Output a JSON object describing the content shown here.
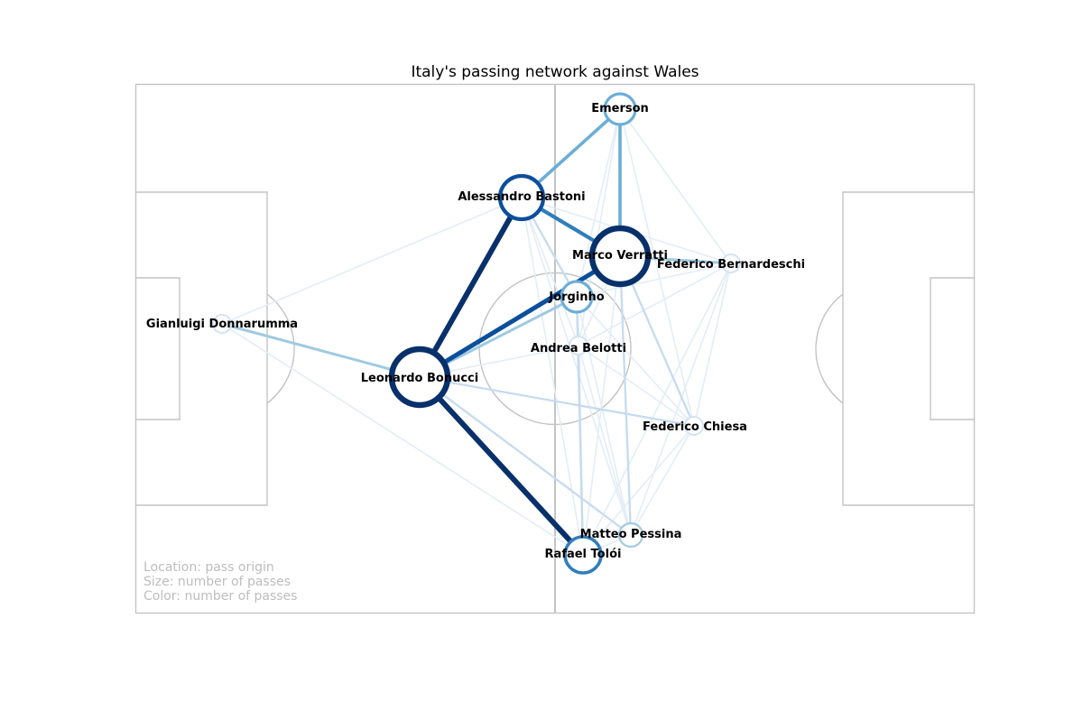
{
  "title": "Italy's passing network against Wales",
  "notes": [
    "Location: pass origin",
    "Size: number of passes",
    "Color: number of passes"
  ],
  "palette": [
    "#d3e3f3",
    "#a6cde3",
    "#6baed6",
    "#2f7ebc",
    "#0b4f9c",
    "#08306b"
  ],
  "players": [
    {
      "id": "emerson",
      "name": "Emerson",
      "passes": 2
    },
    {
      "id": "bastoni",
      "name": "Alessandro Bastoni",
      "passes": 4
    },
    {
      "id": "verratti",
      "name": "Marco Verratti",
      "passes": 6
    },
    {
      "id": "bernardeschi",
      "name": "Federico Bernardeschi",
      "passes": 0
    },
    {
      "id": "jorginho",
      "name": "Jorginho",
      "passes": 2
    },
    {
      "id": "donnarumma",
      "name": "Gianluigi Donnarumma",
      "passes": 0
    },
    {
      "id": "belotti",
      "name": "Andrea Belotti",
      "passes": 0
    },
    {
      "id": "bonucci",
      "name": "Leonardo Bonucci",
      "passes": 6
    },
    {
      "id": "chiesa",
      "name": "Federico Chiesa",
      "passes": 0
    },
    {
      "id": "pessina",
      "name": "Matteo Pessina",
      "passes": 1
    },
    {
      "id": "toloi",
      "name": "Rafael Tolói",
      "passes": 3
    }
  ],
  "links": [
    {
      "source": "bonucci",
      "target": "bastoni",
      "passes": 6
    },
    {
      "source": "bonucci",
      "target": "toloi",
      "passes": 6
    },
    {
      "source": "bonucci",
      "target": "verratti",
      "passes": 5
    },
    {
      "source": "bastoni",
      "target": "verratti",
      "passes": 4
    },
    {
      "source": "emerson",
      "target": "bastoni",
      "passes": 3
    },
    {
      "source": "emerson",
      "target": "verratti",
      "passes": 3
    },
    {
      "source": "bonucci",
      "target": "jorginho",
      "passes": 2
    },
    {
      "source": "donnarumma",
      "target": "bonucci",
      "passes": 2
    },
    {
      "source": "verratti",
      "target": "bernardeschi",
      "passes": 2
    },
    {
      "source": "bonucci",
      "target": "chiesa",
      "passes": 1
    },
    {
      "source": "bonucci",
      "target": "pessina",
      "passes": 1
    },
    {
      "source": "verratti",
      "target": "pessina",
      "passes": 1
    },
    {
      "source": "verratti",
      "target": "chiesa",
      "passes": 1
    },
    {
      "source": "jorginho",
      "target": "belotti",
      "passes": 1
    },
    {
      "source": "bastoni",
      "target": "jorginho",
      "passes": 1
    },
    {
      "source": "belotti",
      "target": "toloi",
      "passes": 1
    },
    {
      "source": "jorginho",
      "target": "toloi",
      "passes": 1
    },
    {
      "source": "donnarumma",
      "target": "bastoni",
      "passes": 0
    },
    {
      "source": "donnarumma",
      "target": "toloi",
      "passes": 0
    },
    {
      "source": "bonucci",
      "target": "belotti",
      "passes": 0
    },
    {
      "source": "jorginho",
      "target": "bernardeschi",
      "passes": 0
    },
    {
      "source": "emerson",
      "target": "bernardeschi",
      "passes": 0
    },
    {
      "source": "emerson",
      "target": "chiesa",
      "passes": 0
    },
    {
      "source": "emerson",
      "target": "jorginho",
      "passes": 0
    },
    {
      "source": "emerson",
      "target": "belotti",
      "passes": 0
    },
    {
      "source": "bastoni",
      "target": "belotti",
      "passes": 0
    },
    {
      "source": "bastoni",
      "target": "toloi",
      "passes": 0
    },
    {
      "source": "bastoni",
      "target": "pessina",
      "passes": 0
    },
    {
      "source": "bastoni",
      "target": "bernardeschi",
      "passes": 0
    },
    {
      "source": "verratti",
      "target": "belotti",
      "passes": 0
    },
    {
      "source": "verratti",
      "target": "toloi",
      "passes": 0
    },
    {
      "source": "belotti",
      "target": "bernardeschi",
      "passes": 0
    },
    {
      "source": "belotti",
      "target": "chiesa",
      "passes": 0
    },
    {
      "source": "belotti",
      "target": "pessina",
      "passes": 0
    },
    {
      "source": "bernardeschi",
      "target": "chiesa",
      "passes": 0
    },
    {
      "source": "bernardeschi",
      "target": "pessina",
      "passes": 0
    },
    {
      "source": "bernardeschi",
      "target": "toloi",
      "passes": 0
    },
    {
      "source": "chiesa",
      "target": "pessina",
      "passes": 0
    },
    {
      "source": "chiesa",
      "target": "toloi",
      "passes": 0
    },
    {
      "source": "pessina",
      "target": "toloi",
      "passes": 0
    },
    {
      "source": "jorginho",
      "target": "pessina",
      "passes": 0
    },
    {
      "source": "jorginho",
      "target": "chiesa",
      "passes": 0
    }
  ]
}
